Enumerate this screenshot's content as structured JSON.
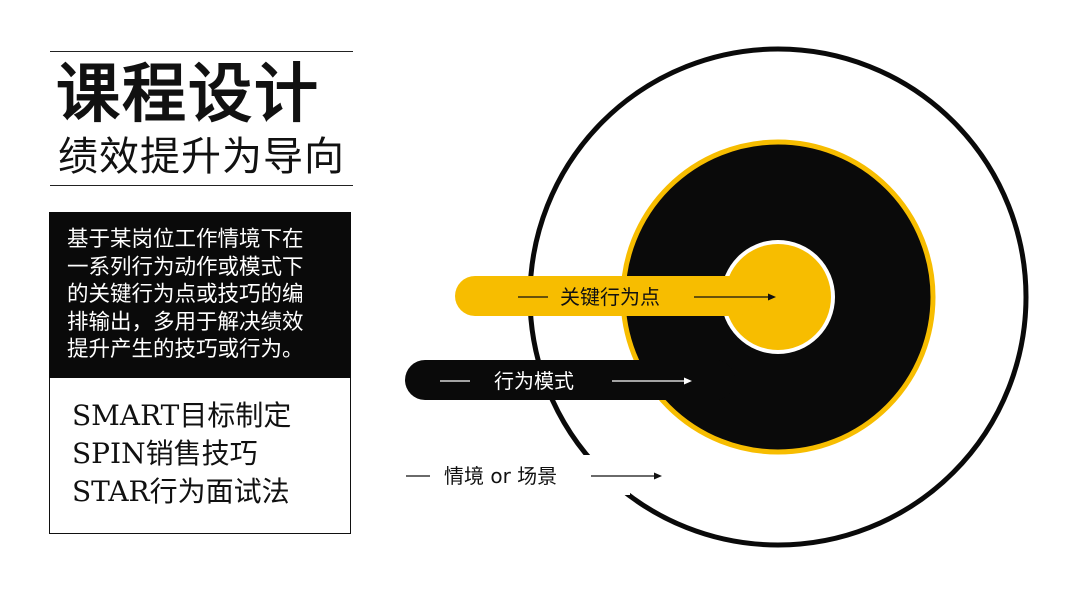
{
  "header": {
    "title": "课程设计",
    "subtitle": "绩效提升为导向"
  },
  "description": {
    "lines": [
      "基于某岗位工作情境下在",
      "一系列行为动作或模式下",
      "的关键行为点或技巧的编",
      "排输出，多用于解决绩效",
      "提升产生的技巧或行为。"
    ]
  },
  "examples": [
    "SMART目标制定",
    "SPIN销售技巧",
    "STAR行为面试法"
  ],
  "diagram": {
    "inner_label": "关键行为点",
    "middle_label": "行为模式",
    "outer_label": "情境 or 场景"
  },
  "colors": {
    "accent": "#f7bd00",
    "dark": "#0a0a0a",
    "light": "#ffffff"
  }
}
